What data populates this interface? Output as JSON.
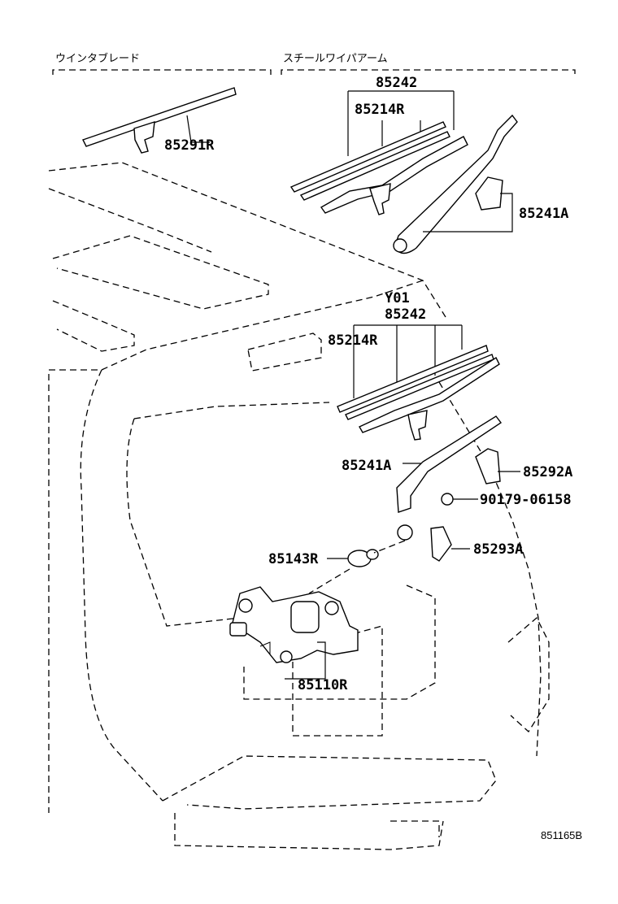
{
  "headers": {
    "blade_group": "ウインタブレード",
    "arm_group": "スチールワイパアーム"
  },
  "parts": {
    "p85242_top": "85242",
    "p85214r_top": "85214R",
    "p85291r": "85291R",
    "p85241a_top": "85241A",
    "y01": "Y01",
    "p85242_mid": "85242",
    "p85214r_mid": "85214R",
    "p85241a_mid": "85241A",
    "p85292a": "85292A",
    "p90179": "90179-06158",
    "p85143r": "85143R",
    "p85293a": "85293A",
    "p85110r": "85110R"
  },
  "illustration_code": "851165B"
}
